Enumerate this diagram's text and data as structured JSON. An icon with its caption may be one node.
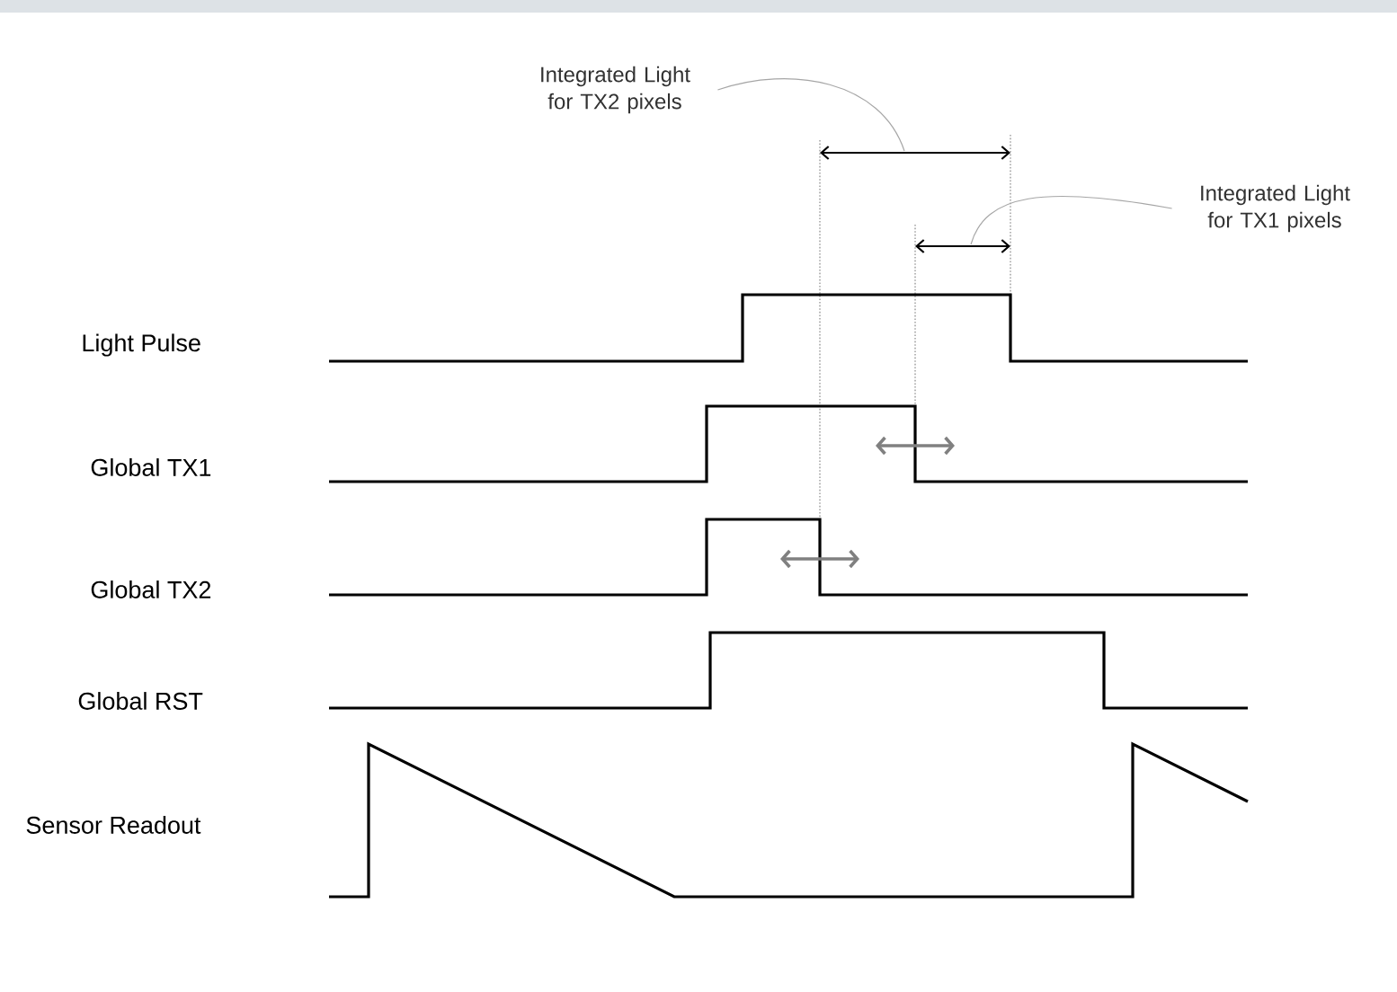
{
  "diagram": {
    "nodes": [
      {
        "text": [
          "Integrated Light for TX2 pixels"
        ]
      },
      {
        "text": [
          "Integrated Light for TX1 pixels"
        ]
      }
    ],
    "edges": [
      {
        "from": 0,
        "to": null,
        "arrow": "none"
      },
      {
        "from": 1,
        "to": null,
        "arrow": "none"
      }
    ],
    "labels": [
      "Light Pulse",
      "Global TX1",
      "Global TX2",
      "Global RST",
      "Sensor Readout"
    ]
  }
}
